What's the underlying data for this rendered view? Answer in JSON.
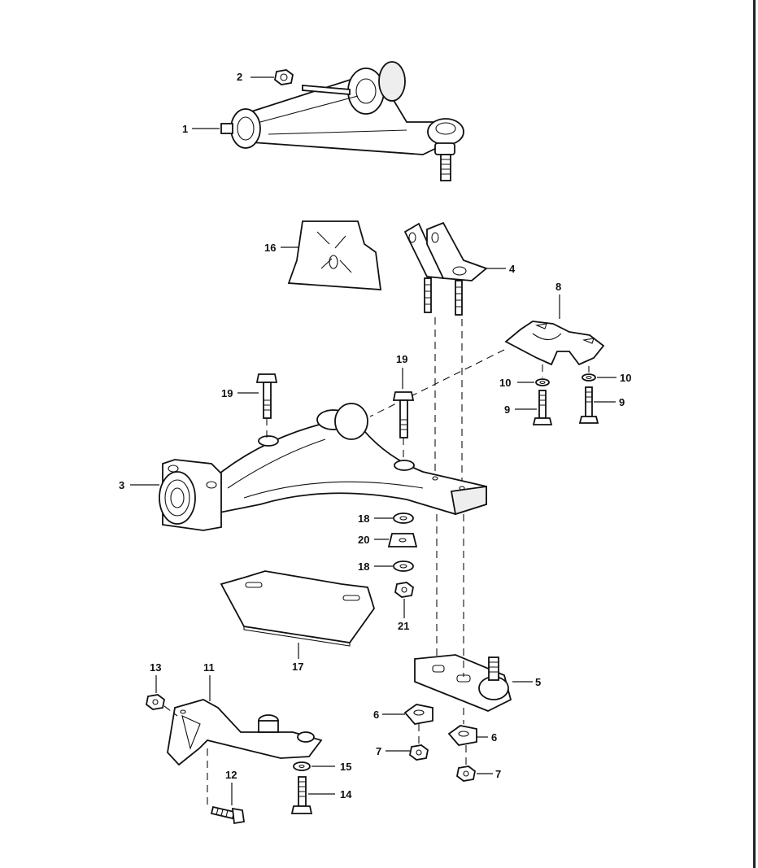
{
  "callouts": {
    "p1": "1",
    "p2": "2",
    "p3": "3",
    "p4": "4",
    "p5": "5",
    "p6a": "6",
    "p6b": "6",
    "p7a": "7",
    "p7b": "7",
    "p8": "8",
    "p9a": "9",
    "p9b": "9",
    "p10a": "10",
    "p10b": "10",
    "p11": "11",
    "p12": "12",
    "p13": "13",
    "p14": "14",
    "p15": "15",
    "p16": "16",
    "p17": "17",
    "p18a": "18",
    "p18b": "18",
    "p19a": "19",
    "p19b": "19",
    "p20": "20",
    "p21": "21"
  }
}
